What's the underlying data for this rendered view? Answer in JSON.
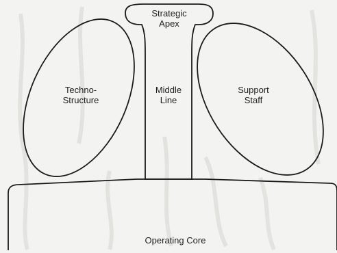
{
  "diagram": {
    "parts": {
      "strategic_apex": {
        "lines": [
          "Strategic",
          "Apex"
        ]
      },
      "techno_structure": {
        "lines": [
          "Techno-",
          "Structure"
        ]
      },
      "middle_line": {
        "lines": [
          "Middle",
          "Line"
        ]
      },
      "support_staff": {
        "lines": [
          "Support",
          "Staff"
        ]
      },
      "operating_core": {
        "lines": [
          "Operating Core"
        ]
      }
    }
  }
}
